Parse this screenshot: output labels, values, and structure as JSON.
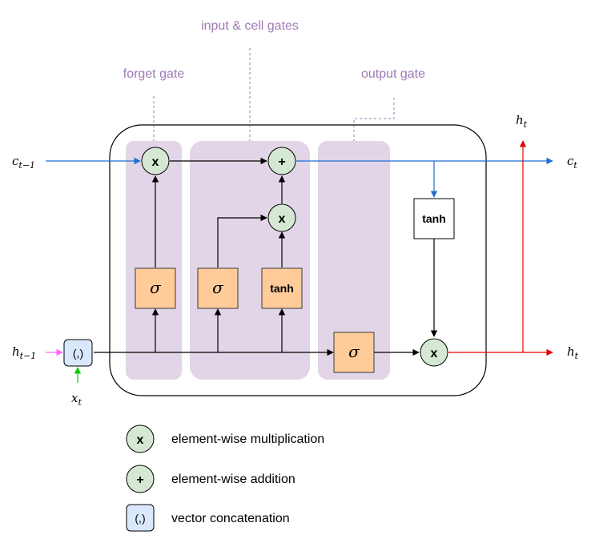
{
  "gates": {
    "forget": "forget gate",
    "input_cell": "input & cell gates",
    "output": "output gate"
  },
  "ops": {
    "multiply": "x",
    "add": "+",
    "concat": "(,)",
    "sigma": "σ",
    "tanh": "tanh"
  },
  "vars": {
    "c_prev": {
      "base": "c",
      "sub": "t−1"
    },
    "c_next": {
      "base": "c",
      "sub": "t"
    },
    "h_prev": {
      "base": "h",
      "sub": "t−1"
    },
    "h_next": {
      "base": "h",
      "sub": "t"
    },
    "h_top": {
      "base": "h",
      "sub": "t"
    },
    "x_in": {
      "base": "x",
      "sub": "t"
    }
  },
  "legend": [
    {
      "symbol": "x",
      "kind": "circle-green",
      "label": "element-wise multiplication"
    },
    {
      "symbol": "+",
      "kind": "circle-green",
      "label": "element-wise addition"
    },
    {
      "symbol": "(,)",
      "kind": "box-blue",
      "label": "vector concatenation"
    }
  ],
  "colors": {
    "gate_fill": "#e1d5e7",
    "gate_title": "#a07ab5",
    "op_fill": "#d5e8d4",
    "op_stroke": "#82b366",
    "box_fill": "#ffcc99",
    "box_stroke": "#36393d",
    "concat_fill": "#dae8fc",
    "concat_stroke": "#6c8ebf",
    "cell_line": "#1f6fd1",
    "hidden_out": "#e60000",
    "h_in": "#ff66ff",
    "x_in": "#00cc00"
  }
}
